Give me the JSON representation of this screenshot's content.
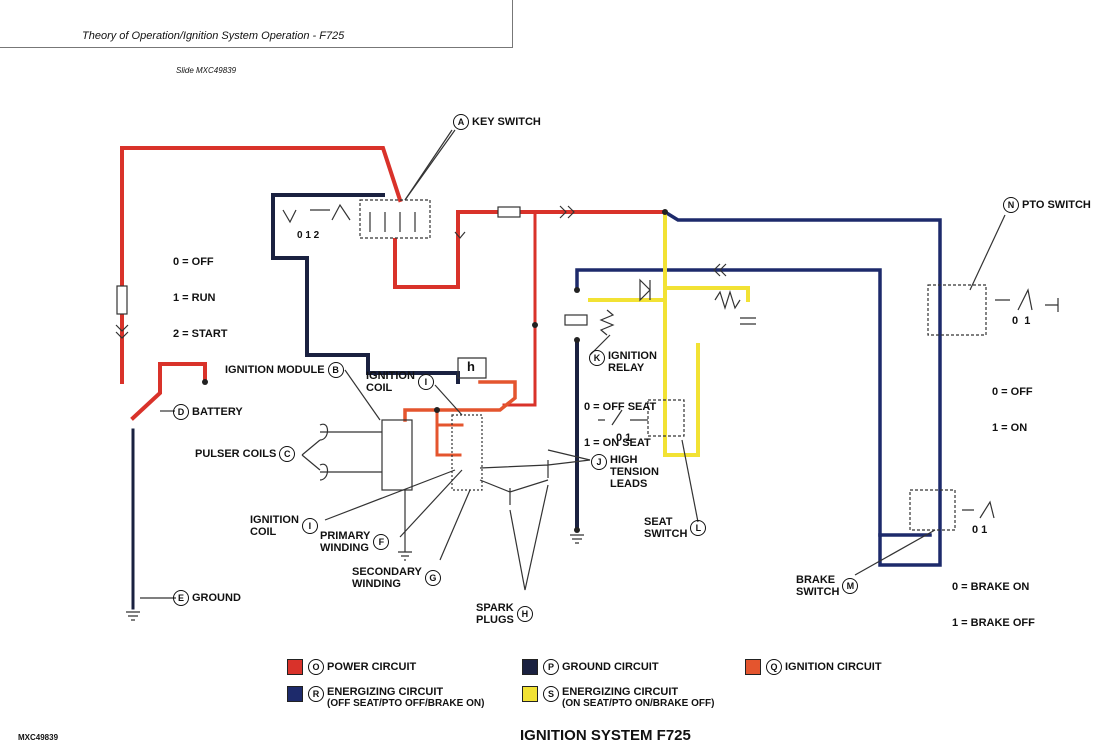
{
  "header": {
    "title": "Theory of Operation/Ignition System Operation - F725",
    "slide": "Slide MXC49839"
  },
  "key_switch_positions": {
    "line1": "0 = OFF",
    "line2": "1 = RUN",
    "line3": "2 = START",
    "digits": "0 1 2"
  },
  "relay_positions": {
    "line1": "0 = OFF SEAT",
    "line2": "1 = ON SEAT"
  },
  "pto_positions": {
    "line1": "0 = OFF",
    "line2": "1 = ON",
    "digits": "0  1"
  },
  "brake_positions": {
    "line1": "0 = BRAKE ON",
    "line2": "1 = BRAKE OFF",
    "digits": "0 1"
  },
  "seat_digits": "0 1",
  "callouts": {
    "A": {
      "letter": "A",
      "label": "KEY SWITCH"
    },
    "B": {
      "letter": "B",
      "label": "IGNITION MODULE"
    },
    "C": {
      "letter": "C",
      "label": "PULSER COILS"
    },
    "D": {
      "letter": "D",
      "label": "BATTERY"
    },
    "E": {
      "letter": "E",
      "label": "GROUND"
    },
    "F": {
      "letter": "F",
      "label1": "PRIMARY",
      "label2": "WINDING"
    },
    "G": {
      "letter": "G",
      "label1": "SECONDARY",
      "label2": "WINDING"
    },
    "H": {
      "letter": "H",
      "label1": "SPARK",
      "label2": "PLUGS"
    },
    "I_top": {
      "letter": "I",
      "label1": "IGNITION",
      "label2": "COIL"
    },
    "I_bot": {
      "letter": "I",
      "label1": "IGNITION",
      "label2": "COIL"
    },
    "J": {
      "letter": "J",
      "label1": "HIGH",
      "label2": "TENSION",
      "label3": "LEADS"
    },
    "K": {
      "letter": "K",
      "label1": "IGNITION",
      "label2": "RELAY"
    },
    "L": {
      "letter": "L",
      "label1": "SEAT",
      "label2": "SWITCH"
    },
    "M": {
      "letter": "M",
      "label1": "BRAKE",
      "label2": "SWITCH"
    },
    "N": {
      "letter": "N",
      "label": "PTO SWITCH"
    }
  },
  "module_h": "h",
  "legend": {
    "O": {
      "letter": "O",
      "label": "POWER CIRCUIT",
      "color": "#d9322a"
    },
    "P": {
      "letter": "P",
      "label": "GROUND CIRCUIT",
      "color": "#1a2140"
    },
    "Q": {
      "letter": "Q",
      "label": "IGNITION CIRCUIT",
      "color": "#e4552e"
    },
    "R": {
      "letter": "R",
      "label1": "ENERGIZING CIRCUIT",
      "label2": "(OFF SEAT/PTO OFF/BRAKE ON)",
      "color": "#1d2a6b"
    },
    "S": {
      "letter": "S",
      "label1": "ENERGIZING CIRCUIT",
      "label2": "(ON SEAT/PTO ON/BRAKE OFF)",
      "color": "#f2e234"
    }
  },
  "footer": {
    "id": "MXC49839",
    "title": "IGNITION SYSTEM F725"
  }
}
